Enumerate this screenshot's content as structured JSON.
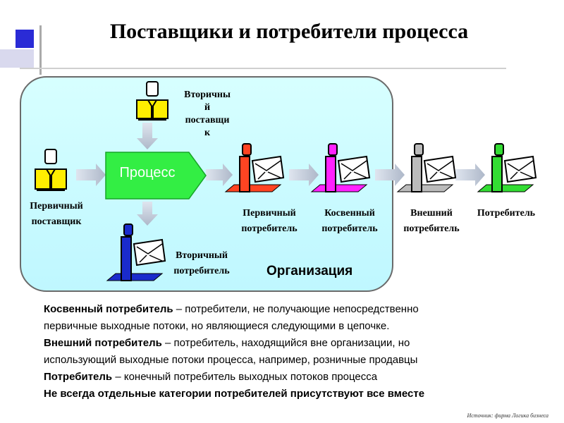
{
  "title": "Поставщики и потребители процесса",
  "organization_label": "Организация",
  "process_label": "Процесс",
  "nodes": {
    "primary_supplier": "Первичный\nпоставщик",
    "secondary_supplier": "Вторичны\nй\nпоставщи\nк",
    "secondary_consumer": "Вторичный\nпотребитель",
    "primary_consumer": "Первичный\nпотребитель",
    "indirect_consumer": "Косвенный\nпотребитель",
    "external_consumer": "Внешний\nпотребитель",
    "consumer": "Потребитель"
  },
  "legend": [
    {
      "term": "Косвенный потребитель",
      "text": " – потребители, не получающие непосредственно"
    },
    {
      "term": "",
      "text": "первичные выходные потоки, но являющиеся следующими в цепочке."
    },
    {
      "term": "Внешний потребитель",
      "text": " – потребитель, находящийся вне организации, но"
    },
    {
      "term": "",
      "text": "использующий выходные потоки процесса, например, розничные продавцы"
    },
    {
      "term": "Потребитель",
      "text": " – конечный потребитель выходных потоков процесса"
    },
    {
      "term": "Не всегда отдельные категории потребителей присутствуют все вместе",
      "text": ""
    }
  ],
  "source": "Источник: фирма Логика бизнеса",
  "colors": {
    "org_background": "#c8fbff",
    "process_fill": "#33ee44",
    "primary_consumer": "#ff4422",
    "indirect_consumer": "#ff22ff",
    "external_consumer": "#bbbbbb",
    "consumer": "#33dd33",
    "secondary_consumer": "#1a2bcc",
    "supplier": "#ffee00",
    "arrow": "#c8d0de"
  },
  "icons": [
    "supplier-figure-icon",
    "consumer-figure-icon",
    "arrow-right-icon",
    "arrow-down-icon"
  ]
}
